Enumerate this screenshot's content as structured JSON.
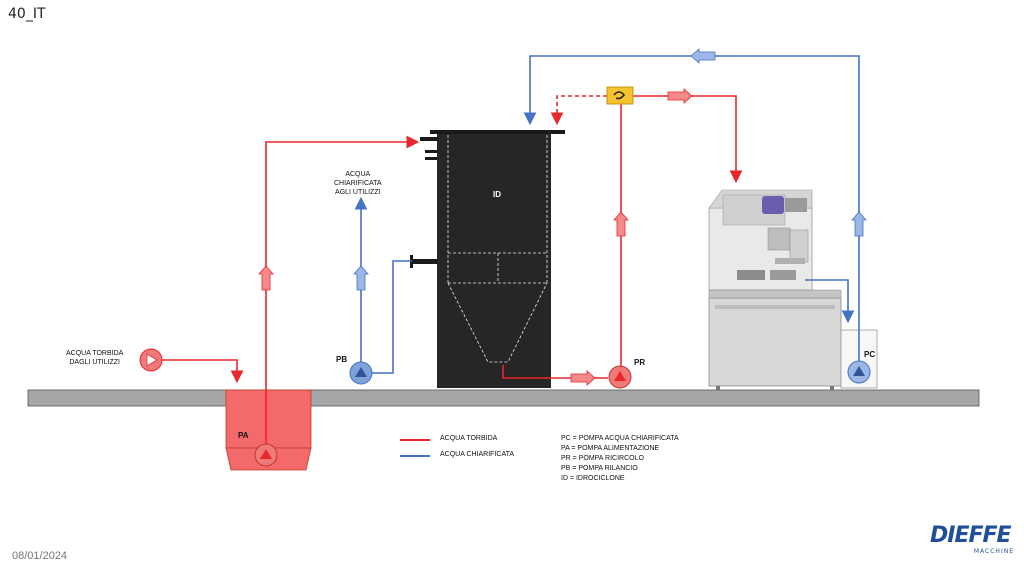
{
  "slide_id": "40_IT",
  "date": "08/01/2024",
  "labels": {
    "acqua_torbida_in": [
      "ACQUA TORBIDA",
      "DAGLI UTILIZZI"
    ],
    "acqua_chiarificata_out": [
      "ACQUA",
      "CHIARIFICATA",
      "AGLI UTILIZZI"
    ],
    "id_tank": "ID",
    "pa": "PA",
    "pb": "PB",
    "pr": "PR",
    "pc": "PC"
  },
  "legend": {
    "turbid": {
      "label": "ACQUA TORBIDA",
      "color": "#e8262b"
    },
    "clarified": {
      "label": "ACQUA CHIARIFICATA",
      "color": "#4472c4"
    }
  },
  "definitions": [
    "PC = POMPA ACQUA CHIARIFICATA",
    "PA = POMPA ALIMENTAZIONE",
    "PR = POMPA RICIRCOLO",
    "PB = POMPA RILANCIO",
    "ID = IDROCICLONE"
  ],
  "logo": {
    "text": "DIEFFE",
    "subtext": "MACCHINE"
  },
  "colors": {
    "red": "#e8262b",
    "blue": "#4472c4",
    "tank": "#262626",
    "ground": "#9e9e9e",
    "sump": "#f46a6a"
  }
}
